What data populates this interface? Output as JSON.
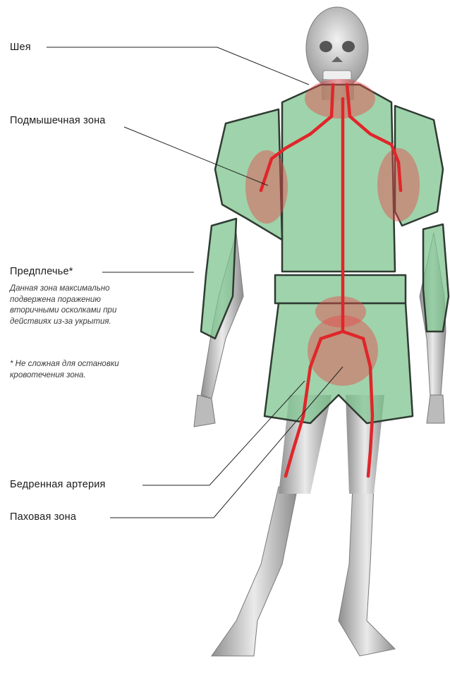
{
  "labels": {
    "neck": "Шея",
    "armpit": "Подмышечная зона",
    "forearm": "Предплечье*",
    "femoral": "Бедренная артерия",
    "groin": "Паховая зона"
  },
  "notes": {
    "forearm_desc_lines": [
      "Данная зона максимально",
      "подвержена поражению",
      "вторичными осколками при",
      "действиях из-за укрытия."
    ],
    "footnote_lines": [
      "* Не сложная для остановки",
      "кровотечения зона."
    ]
  },
  "colors": {
    "armor": "#7fc48f",
    "armor_outline": "#2f3b32",
    "artery": "#e0262a",
    "hotspot": "#e8474a",
    "body": "#c9c9c9",
    "leader_line": "#222222"
  }
}
